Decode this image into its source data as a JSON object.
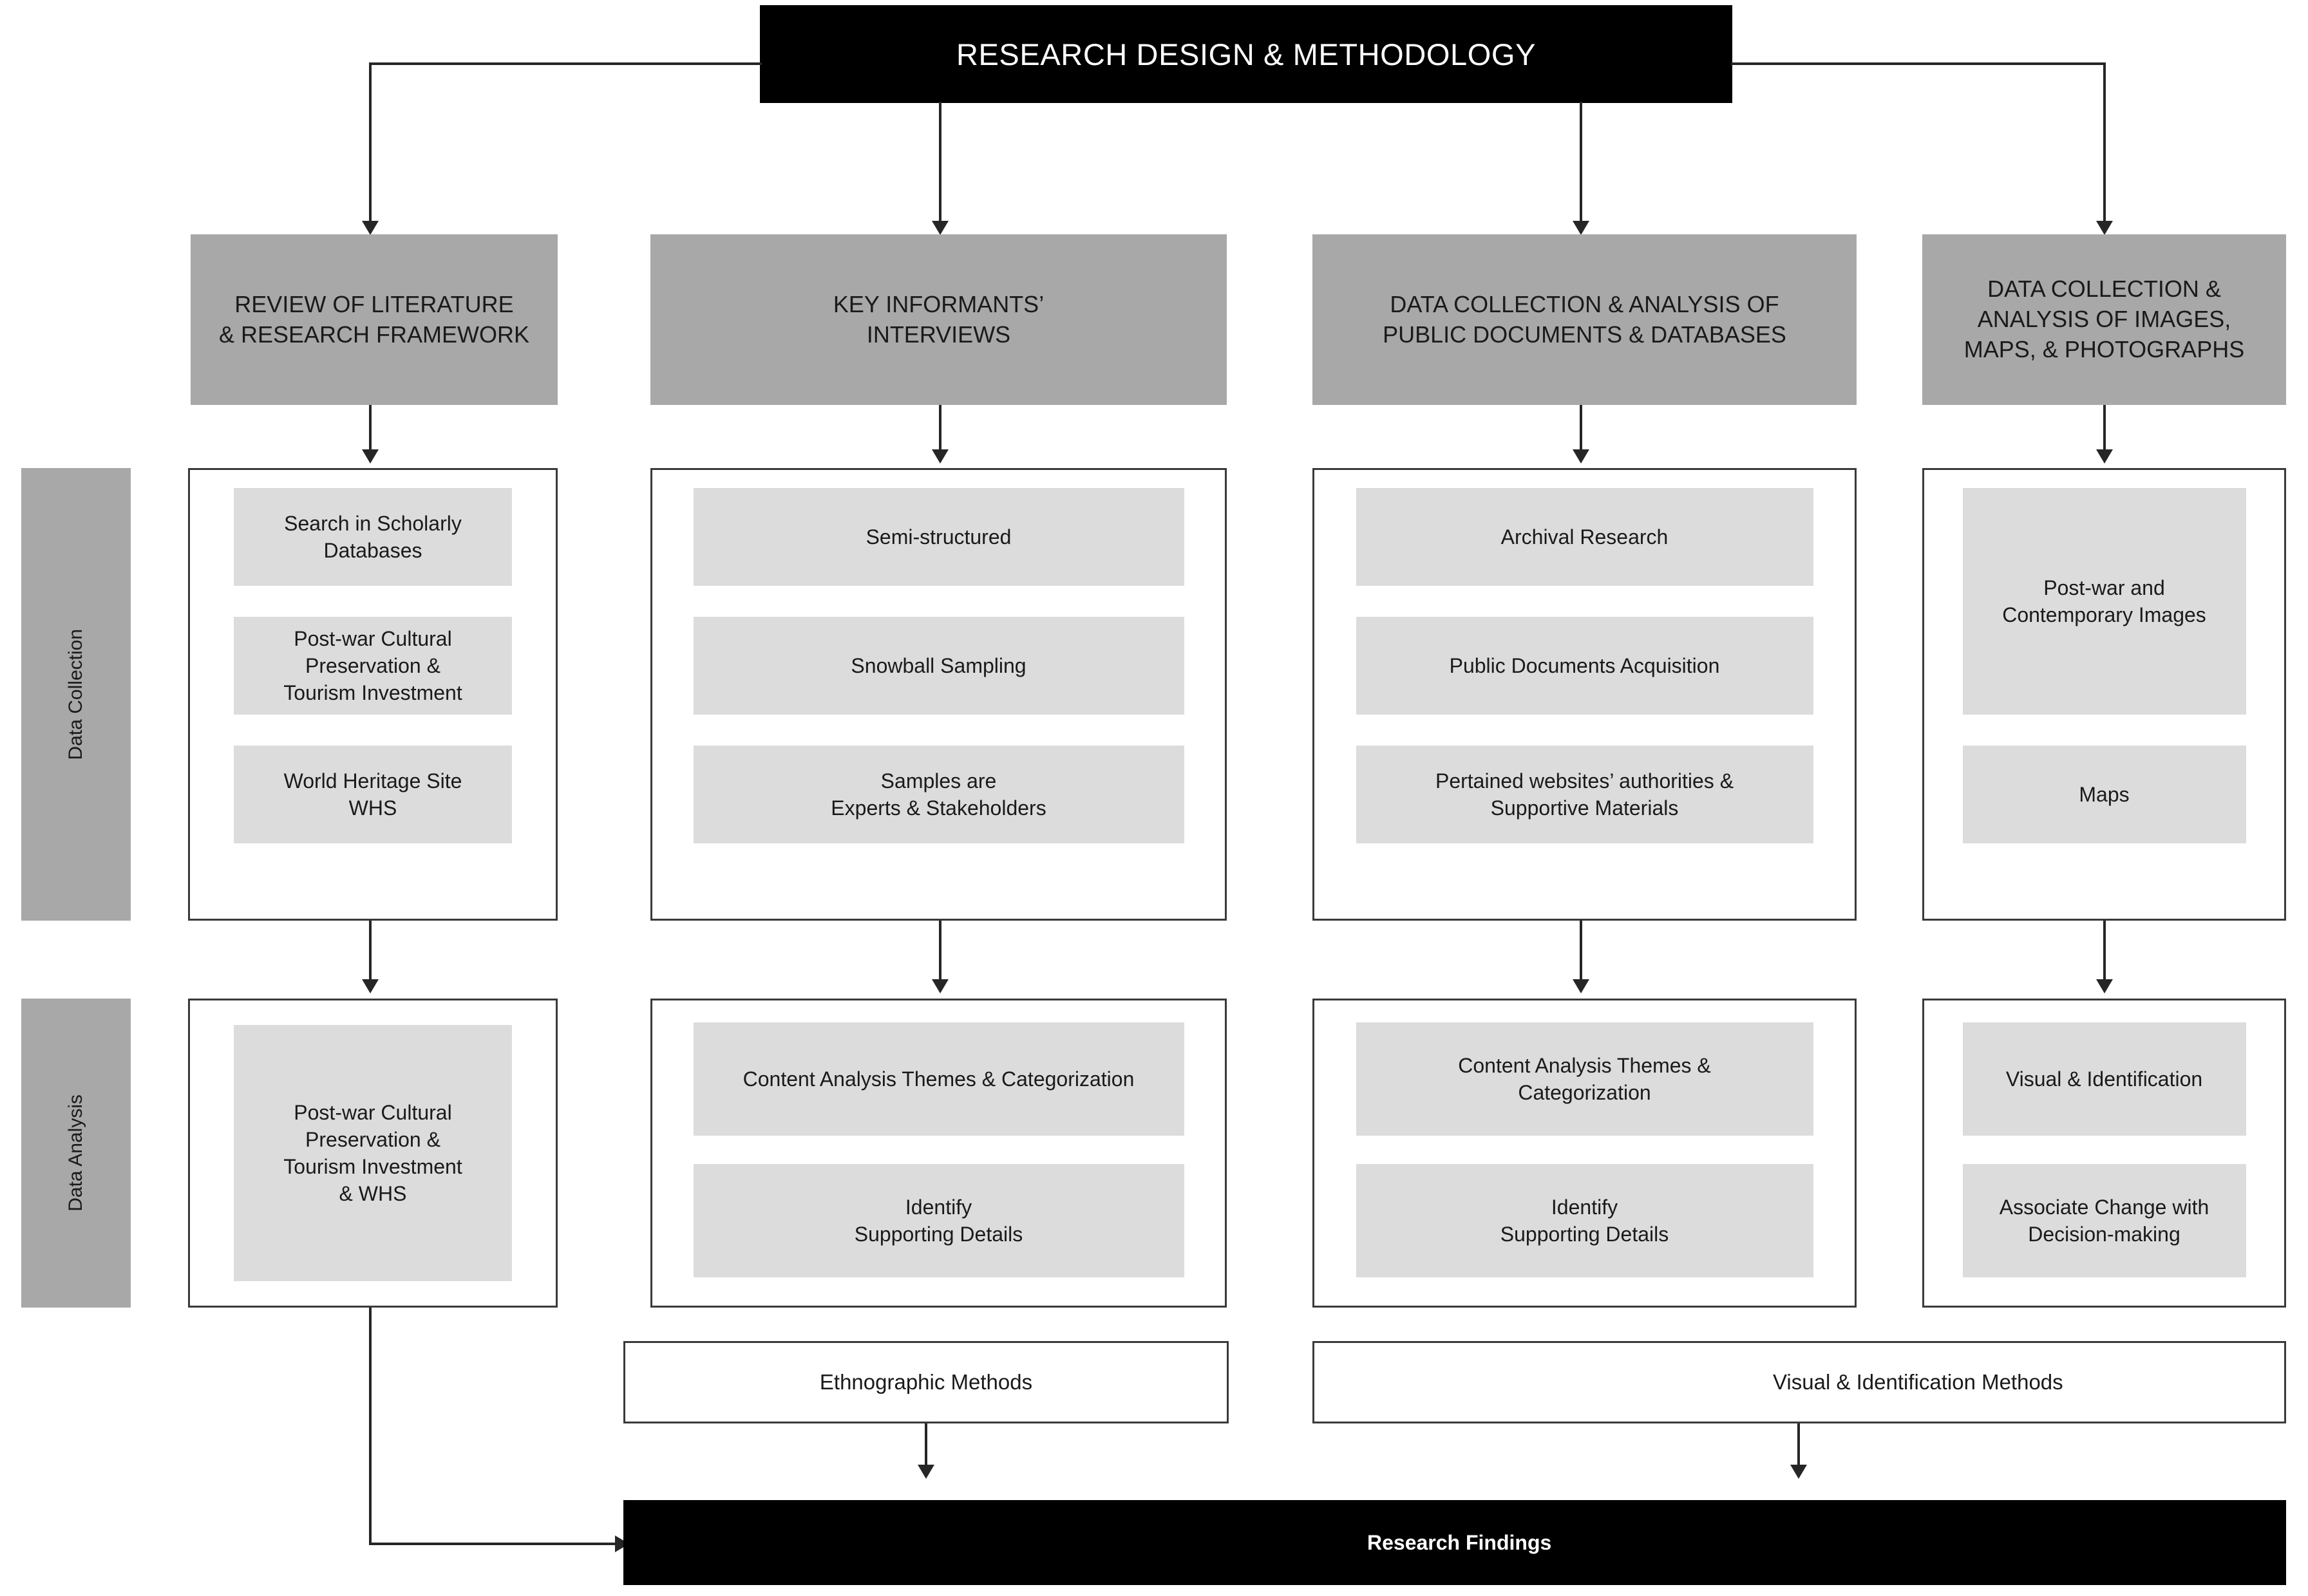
{
  "title": {
    "text": "RESEARCH DESIGN & METHODOLOGY"
  },
  "row_labels": {
    "data_collection": "Data Collection",
    "data_analysis": "Data Analysis"
  },
  "columns": [
    {
      "header": "REVIEW OF LITERATURE\n& RESEARCH FRAMEWORK",
      "collection_items": [
        "Search in Scholarly\nDatabases",
        "Post-war Cultural\nPreservation &\nTourism Investment",
        "World Heritage Site\nWHS"
      ],
      "analysis_items": [
        "Post-war Cultural\nPreservation &\nTourism Investment\n& WHS"
      ]
    },
    {
      "header": "KEY INFORMANTS’\nINTERVIEWS",
      "collection_items": [
        "Semi-structured",
        "Snowball Sampling",
        "Samples are\nExperts & Stakeholders"
      ],
      "analysis_items": [
        "Content Analysis Themes & Categorization",
        "Identify\nSupporting Details"
      ]
    },
    {
      "header": "DATA COLLECTION & ANALYSIS OF\nPUBLIC DOCUMENTS & DATABASES",
      "collection_items": [
        "Archival Research",
        "Public Documents Acquisition",
        "Pertained websites’ authorities &\nSupportive Materials"
      ],
      "analysis_items": [
        "Content Analysis Themes &\nCategorization",
        "Identify\nSupporting Details"
      ]
    },
    {
      "header": "DATA COLLECTION &\nANALYSIS OF IMAGES,\nMAPS, & PHOTOGRAPHS",
      "collection_items": [
        "Post-war and\nContemporary Images",
        "Maps"
      ],
      "analysis_items": [
        "Visual & Identification",
        "Associate Change with\nDecision-making"
      ]
    }
  ],
  "methods": {
    "ethnographic": "Ethnographic Methods",
    "visual": "Visual & Identification Methods"
  },
  "findings": {
    "label": "Research Findings"
  },
  "colors": {
    "title_bg": "#000000",
    "title_fg": "#ffffff",
    "header_bg": "#a8a8a8",
    "item_bg": "#dcdcdc",
    "stroke": "#262626",
    "border": "#3a3a3a",
    "findings_bg": "#000000",
    "findings_fg": "#ffffff",
    "page_bg": "#ffffff"
  }
}
